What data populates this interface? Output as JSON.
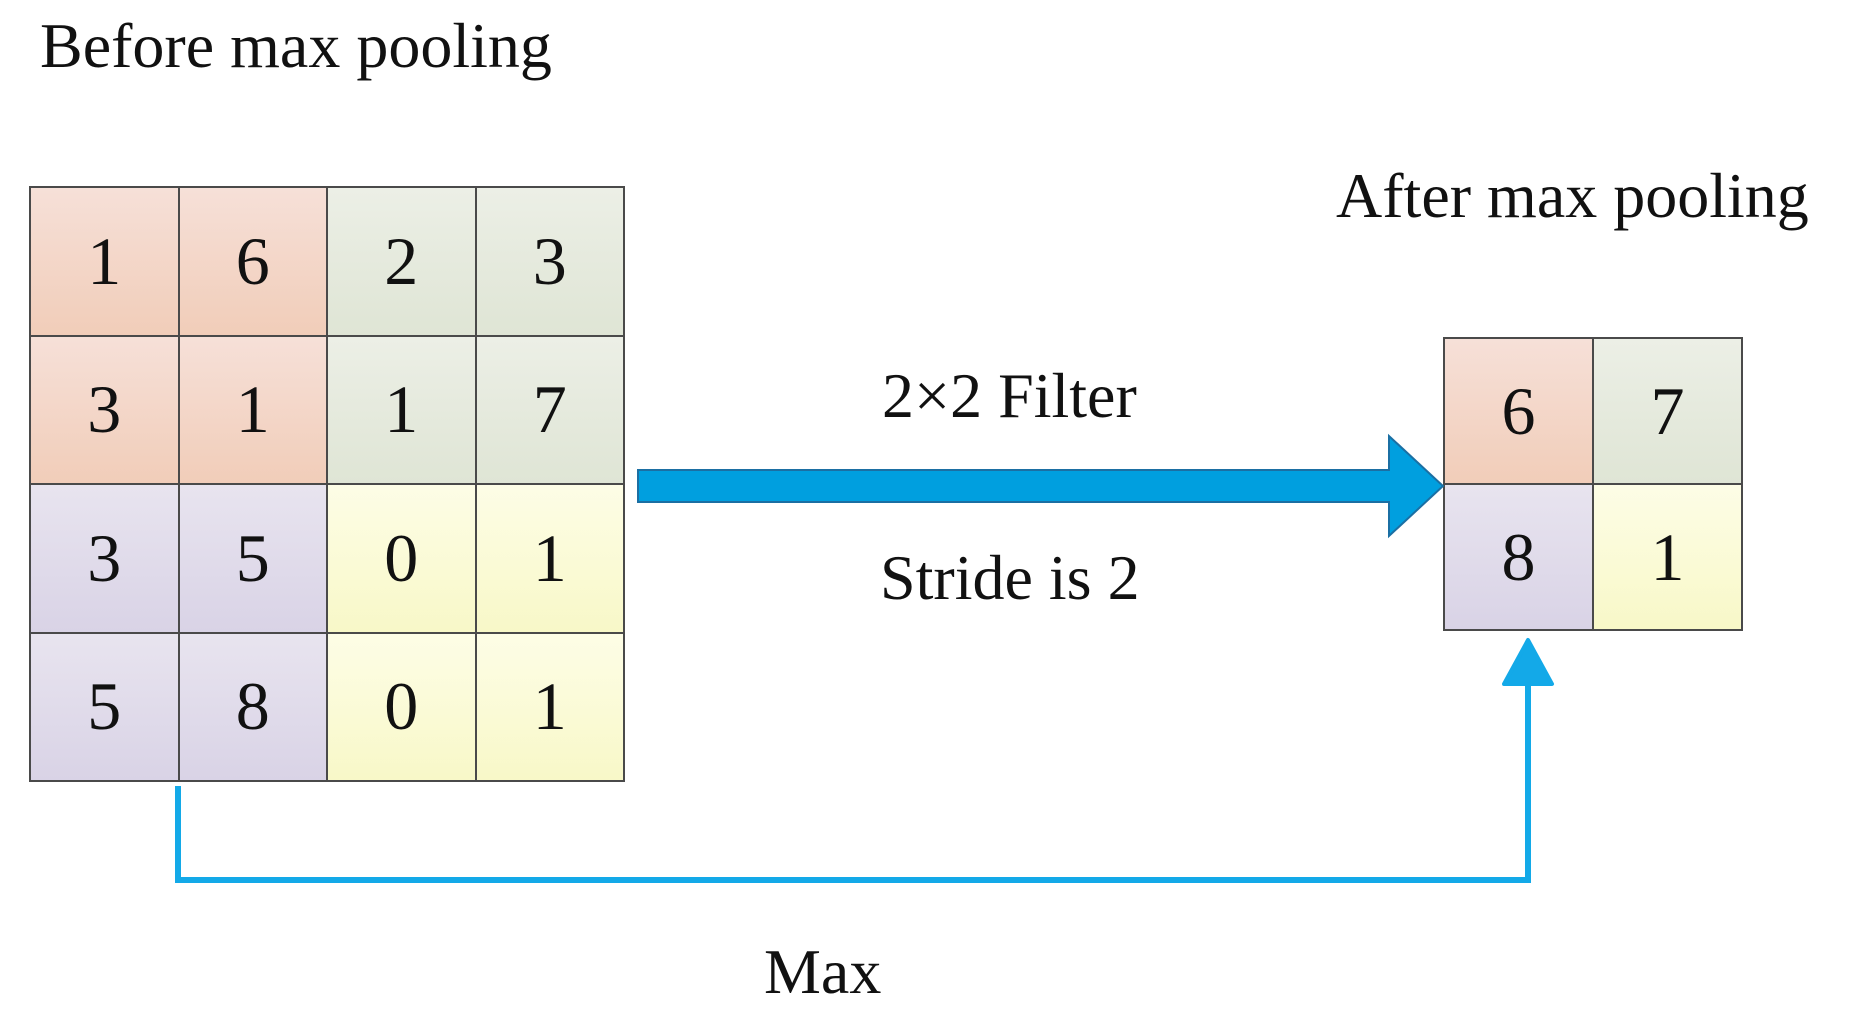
{
  "labels": {
    "before": "Before max pooling",
    "after": "After max pooling",
    "filter": "2×2 Filter",
    "stride": "Stride is 2",
    "max": "Max"
  },
  "input_grid": [
    [
      {
        "value": "1",
        "region": "orange"
      },
      {
        "value": "6",
        "region": "orange"
      },
      {
        "value": "2",
        "region": "green"
      },
      {
        "value": "3",
        "region": "green"
      }
    ],
    [
      {
        "value": "3",
        "region": "orange"
      },
      {
        "value": "1",
        "region": "orange"
      },
      {
        "value": "1",
        "region": "green"
      },
      {
        "value": "7",
        "region": "green"
      }
    ],
    [
      {
        "value": "3",
        "region": "purple"
      },
      {
        "value": "5",
        "region": "purple"
      },
      {
        "value": "0",
        "region": "yellow"
      },
      {
        "value": "1",
        "region": "yellow"
      }
    ],
    [
      {
        "value": "5",
        "region": "purple"
      },
      {
        "value": "8",
        "region": "purple"
      },
      {
        "value": "0",
        "region": "yellow"
      },
      {
        "value": "1",
        "region": "yellow"
      }
    ]
  ],
  "output_grid": [
    [
      {
        "value": "6",
        "region": "orange"
      },
      {
        "value": "7",
        "region": "green"
      }
    ],
    [
      {
        "value": "8",
        "region": "purple"
      },
      {
        "value": "1",
        "region": "yellow"
      }
    ]
  ],
  "colors": {
    "arrow": "#009fdf",
    "connector": "#13a9e8",
    "orange": "#f1cdb9",
    "green": "#dfe5d5",
    "purple": "#d9d3e6",
    "yellow": "#f8f8c8"
  }
}
